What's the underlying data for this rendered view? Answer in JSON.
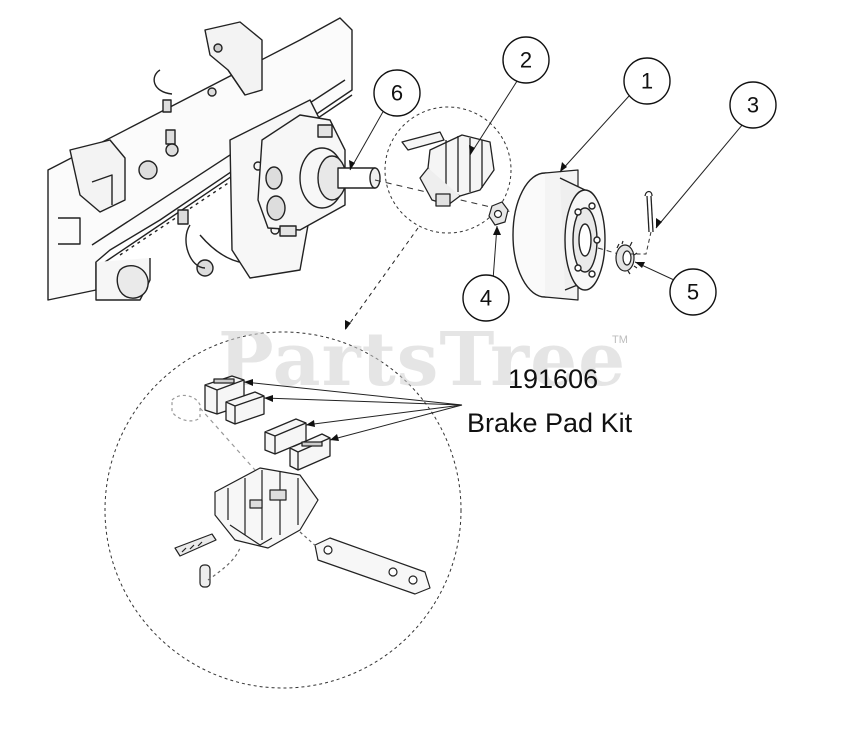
{
  "callouts": [
    {
      "id": "1",
      "label": "1"
    },
    {
      "id": "2",
      "label": "2"
    },
    {
      "id": "3",
      "label": "3"
    },
    {
      "id": "4",
      "label": "4"
    },
    {
      "id": "5",
      "label": "5"
    },
    {
      "id": "6",
      "label": "6"
    }
  ],
  "kit": {
    "part_number": "191606",
    "name": "Brake Pad Kit"
  },
  "watermark": {
    "text": "PartsTree",
    "trademark": "TM"
  }
}
